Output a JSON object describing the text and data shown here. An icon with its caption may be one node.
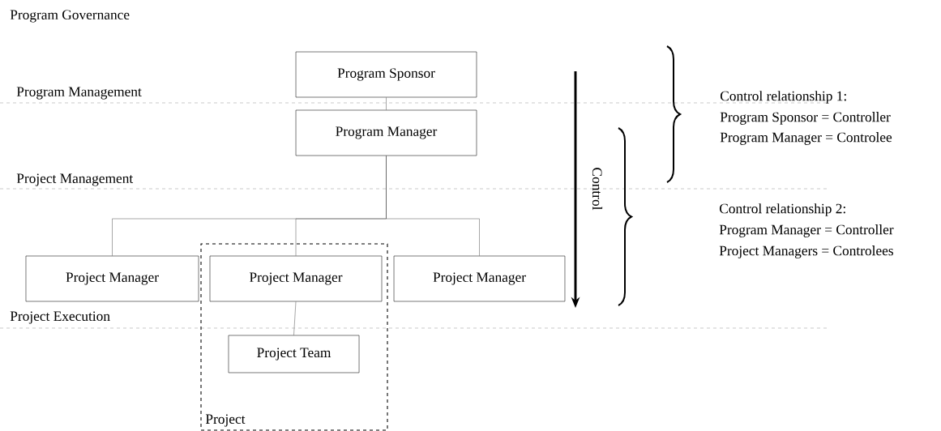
{
  "diagram": {
    "nodes": [
      {
        "text": [
          "Program Sponsor"
        ]
      },
      {
        "text": [
          "Program Manager"
        ]
      },
      {
        "text": [
          "Project Manager"
        ]
      },
      {
        "text": [
          "Project"
        ]
      },
      {
        "text": [
          "Project Manager"
        ],
        "in": 3
      },
      {
        "text": [
          "Project Manager"
        ]
      },
      {
        "text": [
          "Project Team"
        ],
        "in": 3
      }
    ],
    "edges": [
      {
        "from": 0,
        "to": 1,
        "arrow": "none"
      },
      {
        "from": 1,
        "to": 2,
        "arrow": "none"
      },
      {
        "from": 1,
        "to": 4,
        "arrow": "none"
      },
      {
        "from": 1,
        "to": 5,
        "arrow": "none"
      },
      {
        "from": 4,
        "to": 6,
        "arrow": "none"
      }
    ],
    "labels": [
      "Program Governance",
      "Program Management",
      "Project Management",
      "Project Execution",
      "Control",
      "Control relationship 1:",
      "Program Sponsor = Controller",
      "Program Manager = Controlee",
      "Control relationship 2:",
      "Program Manager = Controller",
      "Project Managers = Controlees"
    ]
  }
}
